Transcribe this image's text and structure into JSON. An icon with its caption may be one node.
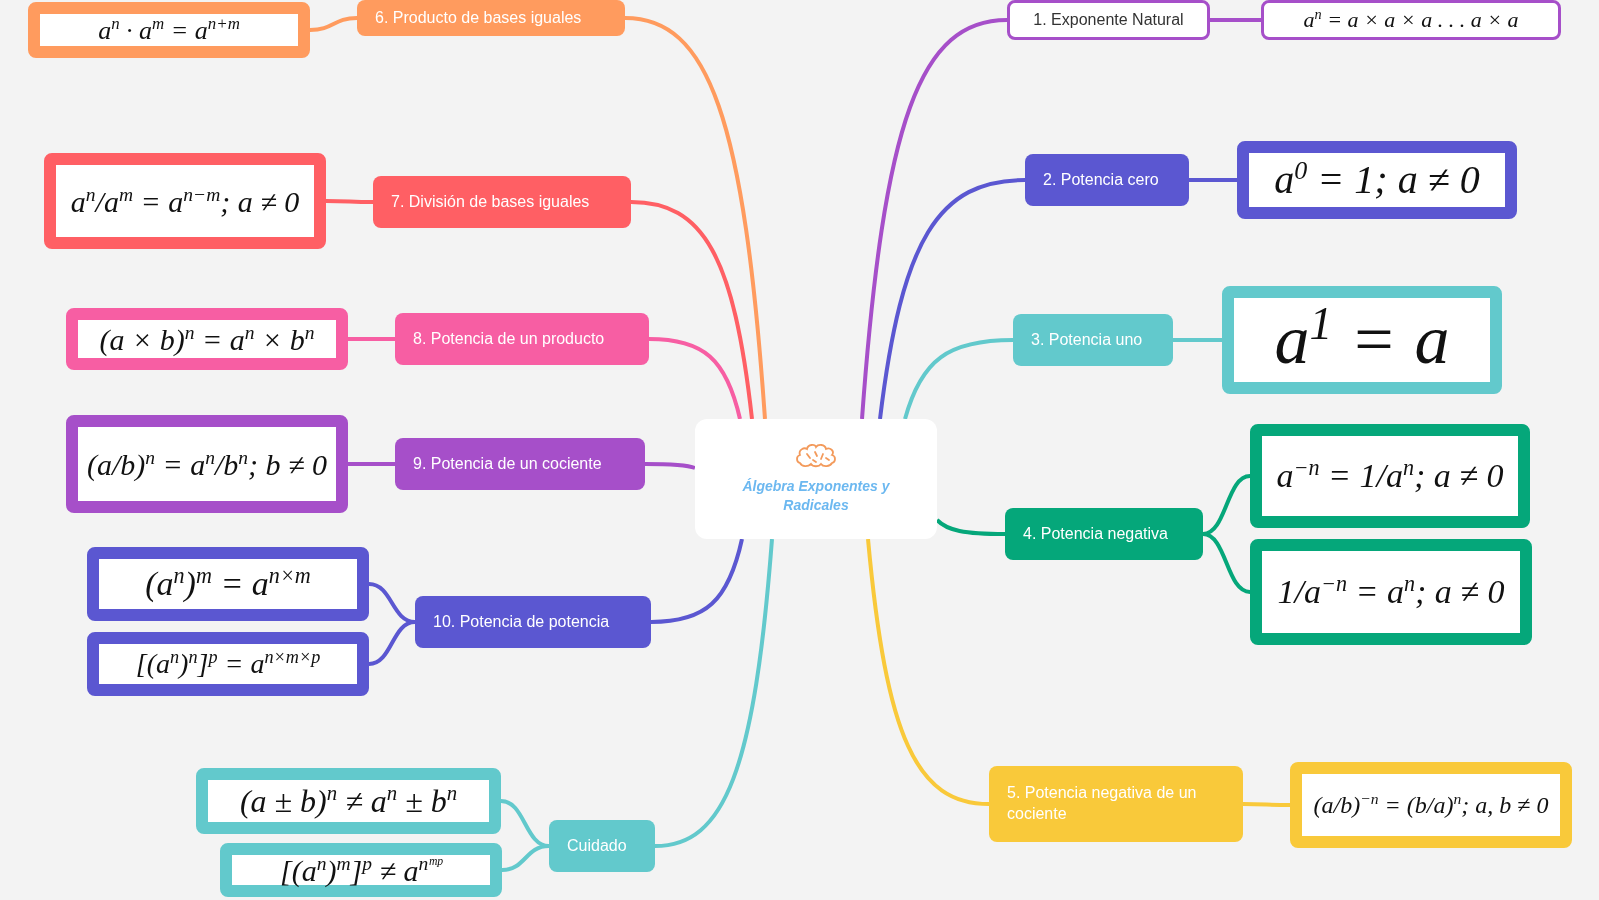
{
  "diagram": {
    "nodes": [
      {
        "text": [
          "Álgebra Exponentes y Radicales"
        ]
      },
      {
        "text": [
          "1. Exponente Natural"
        ]
      },
      {
        "text": [
          "a$^{n}$ = a × a × a . . . a × a"
        ]
      },
      {
        "text": [
          "2. Potencia cero"
        ]
      },
      {
        "text": [
          "a$^{0}$ = 1; a ≠ 0"
        ]
      },
      {
        "text": [
          "3. Potencia uno"
        ]
      },
      {
        "text": [
          "a$^{1}$ = a"
        ]
      },
      {
        "text": [
          "4. Potencia negativa"
        ]
      },
      {
        "text": [
          "a$^{−n}$ = 1/a$^{n}$; a ≠ 0"
        ]
      },
      {
        "text": [
          "1/a$^{−n}$ = a$^{n}$; a ≠ 0"
        ]
      },
      {
        "text": [
          "5. Potencia negativa de un cociente"
        ]
      },
      {
        "text": [
          "(a/b)$^{−n}$ = (b/a)$^{n}$; a, b ≠ 0"
        ]
      },
      {
        "text": [
          "6. Producto de bases iguales"
        ]
      },
      {
        "text": [
          "a$^{n}$ · a$^{m}$ = a$^{n+m}$"
        ]
      },
      {
        "text": [
          "7. División de bases iguales"
        ]
      },
      {
        "text": [
          "a$^{n}$/a$^{m}$ = a$^{n−m}$; a ≠ 0"
        ]
      },
      {
        "text": [
          "8. Potencia de un producto"
        ]
      },
      {
        "text": [
          "(a × b)$^{n}$ = a$^{n}$ × b$^{n}$"
        ]
      },
      {
        "text": [
          "9. Potencia de un cociente"
        ]
      },
      {
        "text": [
          "(a/b)$^{n}$ = a$^{n}$/b$^{n}$; b ≠ 0"
        ]
      },
      {
        "text": [
          "10. Potencia de potencia"
        ]
      },
      {
        "text": [
          "(a$^{n}$)$^{m}$ = a$^{n×m}$"
        ]
      },
      {
        "text": [
          "[(a$^{n}$)$^{n}$]$^{p}$ = a$^{n×m×p}$"
        ]
      },
      {
        "text": [
          "Cuidado"
        ]
      },
      {
        "text": [
          "(a ± b)$^{n}$ ≠ a$^{n}$ ± b$^{n}$"
        ]
      },
      {
        "text": [
          "[(a$^{n}$)$^{m}$]$^{p}$ ≠ a$^{nᵐᵖ}$"
        ]
      }
    ],
    "edges": [
      {
        "from": 0,
        "to": 1,
        "arrow": "none",
        "color": "#a64fc9"
      },
      {
        "from": 1,
        "to": 2,
        "arrow": "none",
        "color": "#a64fc9"
      },
      {
        "from": 0,
        "to": 3,
        "arrow": "none",
        "color": "#5b57d1"
      },
      {
        "from": 3,
        "to": 4,
        "arrow": "none",
        "color": "#5b57d1"
      },
      {
        "from": 0,
        "to": 5,
        "arrow": "none",
        "color": "#62c9cc"
      },
      {
        "from": 5,
        "to": 6,
        "arrow": "none",
        "color": "#62c9cc"
      },
      {
        "from": 0,
        "to": 7,
        "arrow": "none",
        "color": "#05a77a"
      },
      {
        "from": 7,
        "to": 8,
        "arrow": "none",
        "color": "#05a77a"
      },
      {
        "from": 7,
        "to": 9,
        "arrow": "none",
        "color": "#05a77a"
      },
      {
        "from": 0,
        "to": 10,
        "arrow": "none",
        "color": "#f9c93a"
      },
      {
        "from": 10,
        "to": 11,
        "arrow": "none",
        "color": "#f9c93a"
      },
      {
        "from": 0,
        "to": 12,
        "arrow": "none",
        "color": "#ff9b5e"
      },
      {
        "from": 12,
        "to": 13,
        "arrow": "none",
        "color": "#ff9b5e"
      },
      {
        "from": 0,
        "to": 14,
        "arrow": "none",
        "color": "#ff5f64"
      },
      {
        "from": 14,
        "to": 15,
        "arrow": "none",
        "color": "#ff5f64"
      },
      {
        "from": 0,
        "to": 16,
        "arrow": "none",
        "color": "#f75ea3"
      },
      {
        "from": 16,
        "to": 17,
        "arrow": "none",
        "color": "#f75ea3"
      },
      {
        "from": 0,
        "to": 18,
        "arrow": "none",
        "color": "#a64fc9"
      },
      {
        "from": 18,
        "to": 19,
        "arrow": "none",
        "color": "#a64fc9"
      },
      {
        "from": 0,
        "to": 20,
        "arrow": "none",
        "color": "#5b57d1"
      },
      {
        "from": 20,
        "to": 21,
        "arrow": "none",
        "color": "#5b57d1"
      },
      {
        "from": 20,
        "to": 22,
        "arrow": "none",
        "color": "#5b57d1"
      },
      {
        "from": 0,
        "to": 23,
        "arrow": "none",
        "color": "#62c9cc"
      },
      {
        "from": 23,
        "to": 24,
        "arrow": "none",
        "color": "#62c9cc"
      },
      {
        "from": 23,
        "to": 25,
        "arrow": "none",
        "color": "#62c9cc"
      }
    ]
  }
}
